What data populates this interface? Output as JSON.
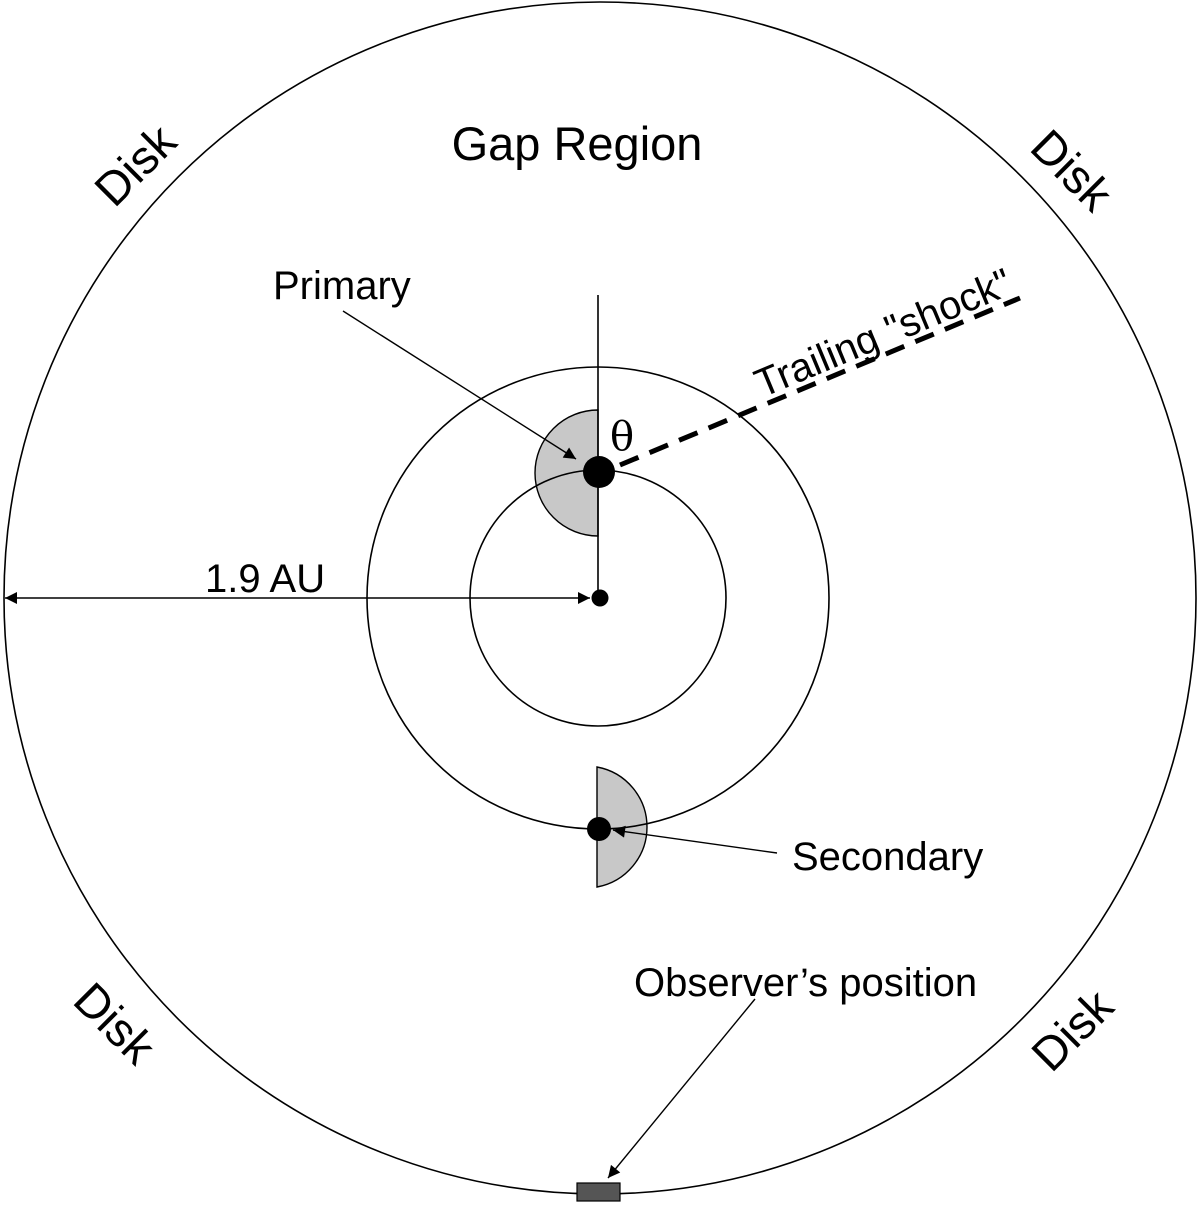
{
  "labels": {
    "gap_region": "Gap Region",
    "disk_top_left": "Disk",
    "disk_top_right": "Disk",
    "disk_bottom_left": "Disk",
    "disk_bottom_right": "Disk",
    "primary": "Primary",
    "secondary": "Secondary",
    "trailing_shock": "Trailing \"shock\"",
    "theta": "θ",
    "radius": "1.9 AU",
    "observer": "Observer’s position"
  },
  "colors": {
    "line": "#000000",
    "shade": "#c8c8c8",
    "observer_marker": "#555555"
  }
}
